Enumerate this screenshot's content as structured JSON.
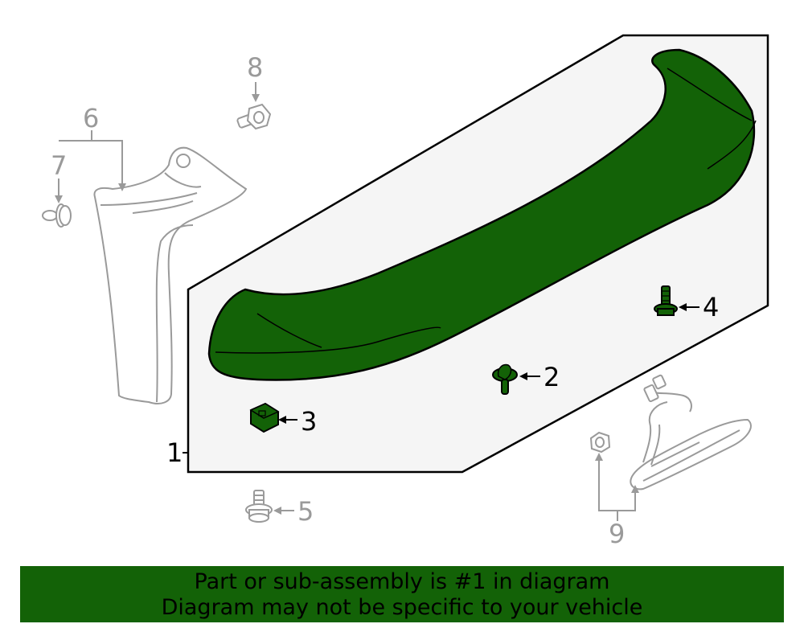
{
  "colors": {
    "highlight": "#136207",
    "muted_line": "#9a9a9a",
    "panel_fill": "#f5f5f5"
  },
  "callouts": {
    "c1": "1",
    "c2": "2",
    "c3": "3",
    "c4": "4",
    "c5": "5",
    "c6": "6",
    "c7": "7",
    "c8": "8",
    "c9": "9"
  },
  "banner": {
    "line1": "Part or sub-assembly is #1 in diagram",
    "line2": "Diagram may not be specific to your vehicle"
  }
}
